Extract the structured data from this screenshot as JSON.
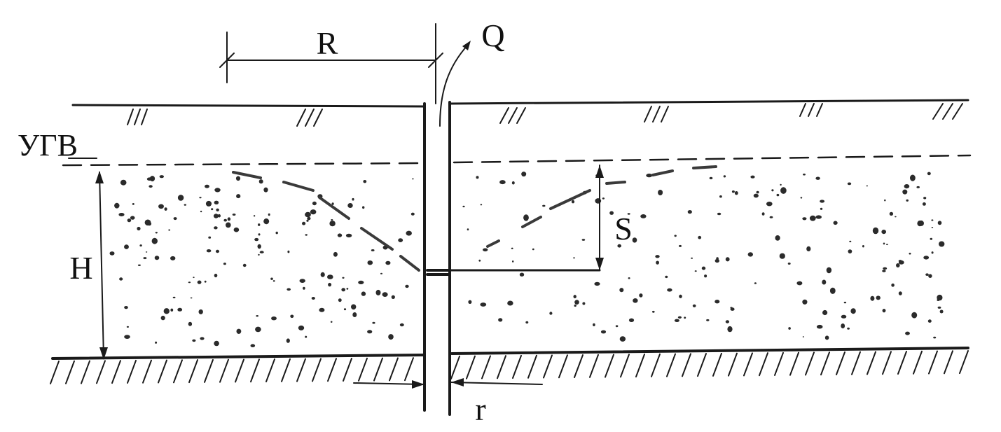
{
  "labels": {
    "radius_of_influence": "R",
    "discharge": "Q",
    "groundwater_level": "УГВ",
    "aquifer_thickness": "H",
    "drawdown": "S",
    "well_radius": "r"
  },
  "colors": {
    "ink": "#1a1a1a",
    "background": "#ffffff",
    "grain": "#2b2b2b"
  }
}
